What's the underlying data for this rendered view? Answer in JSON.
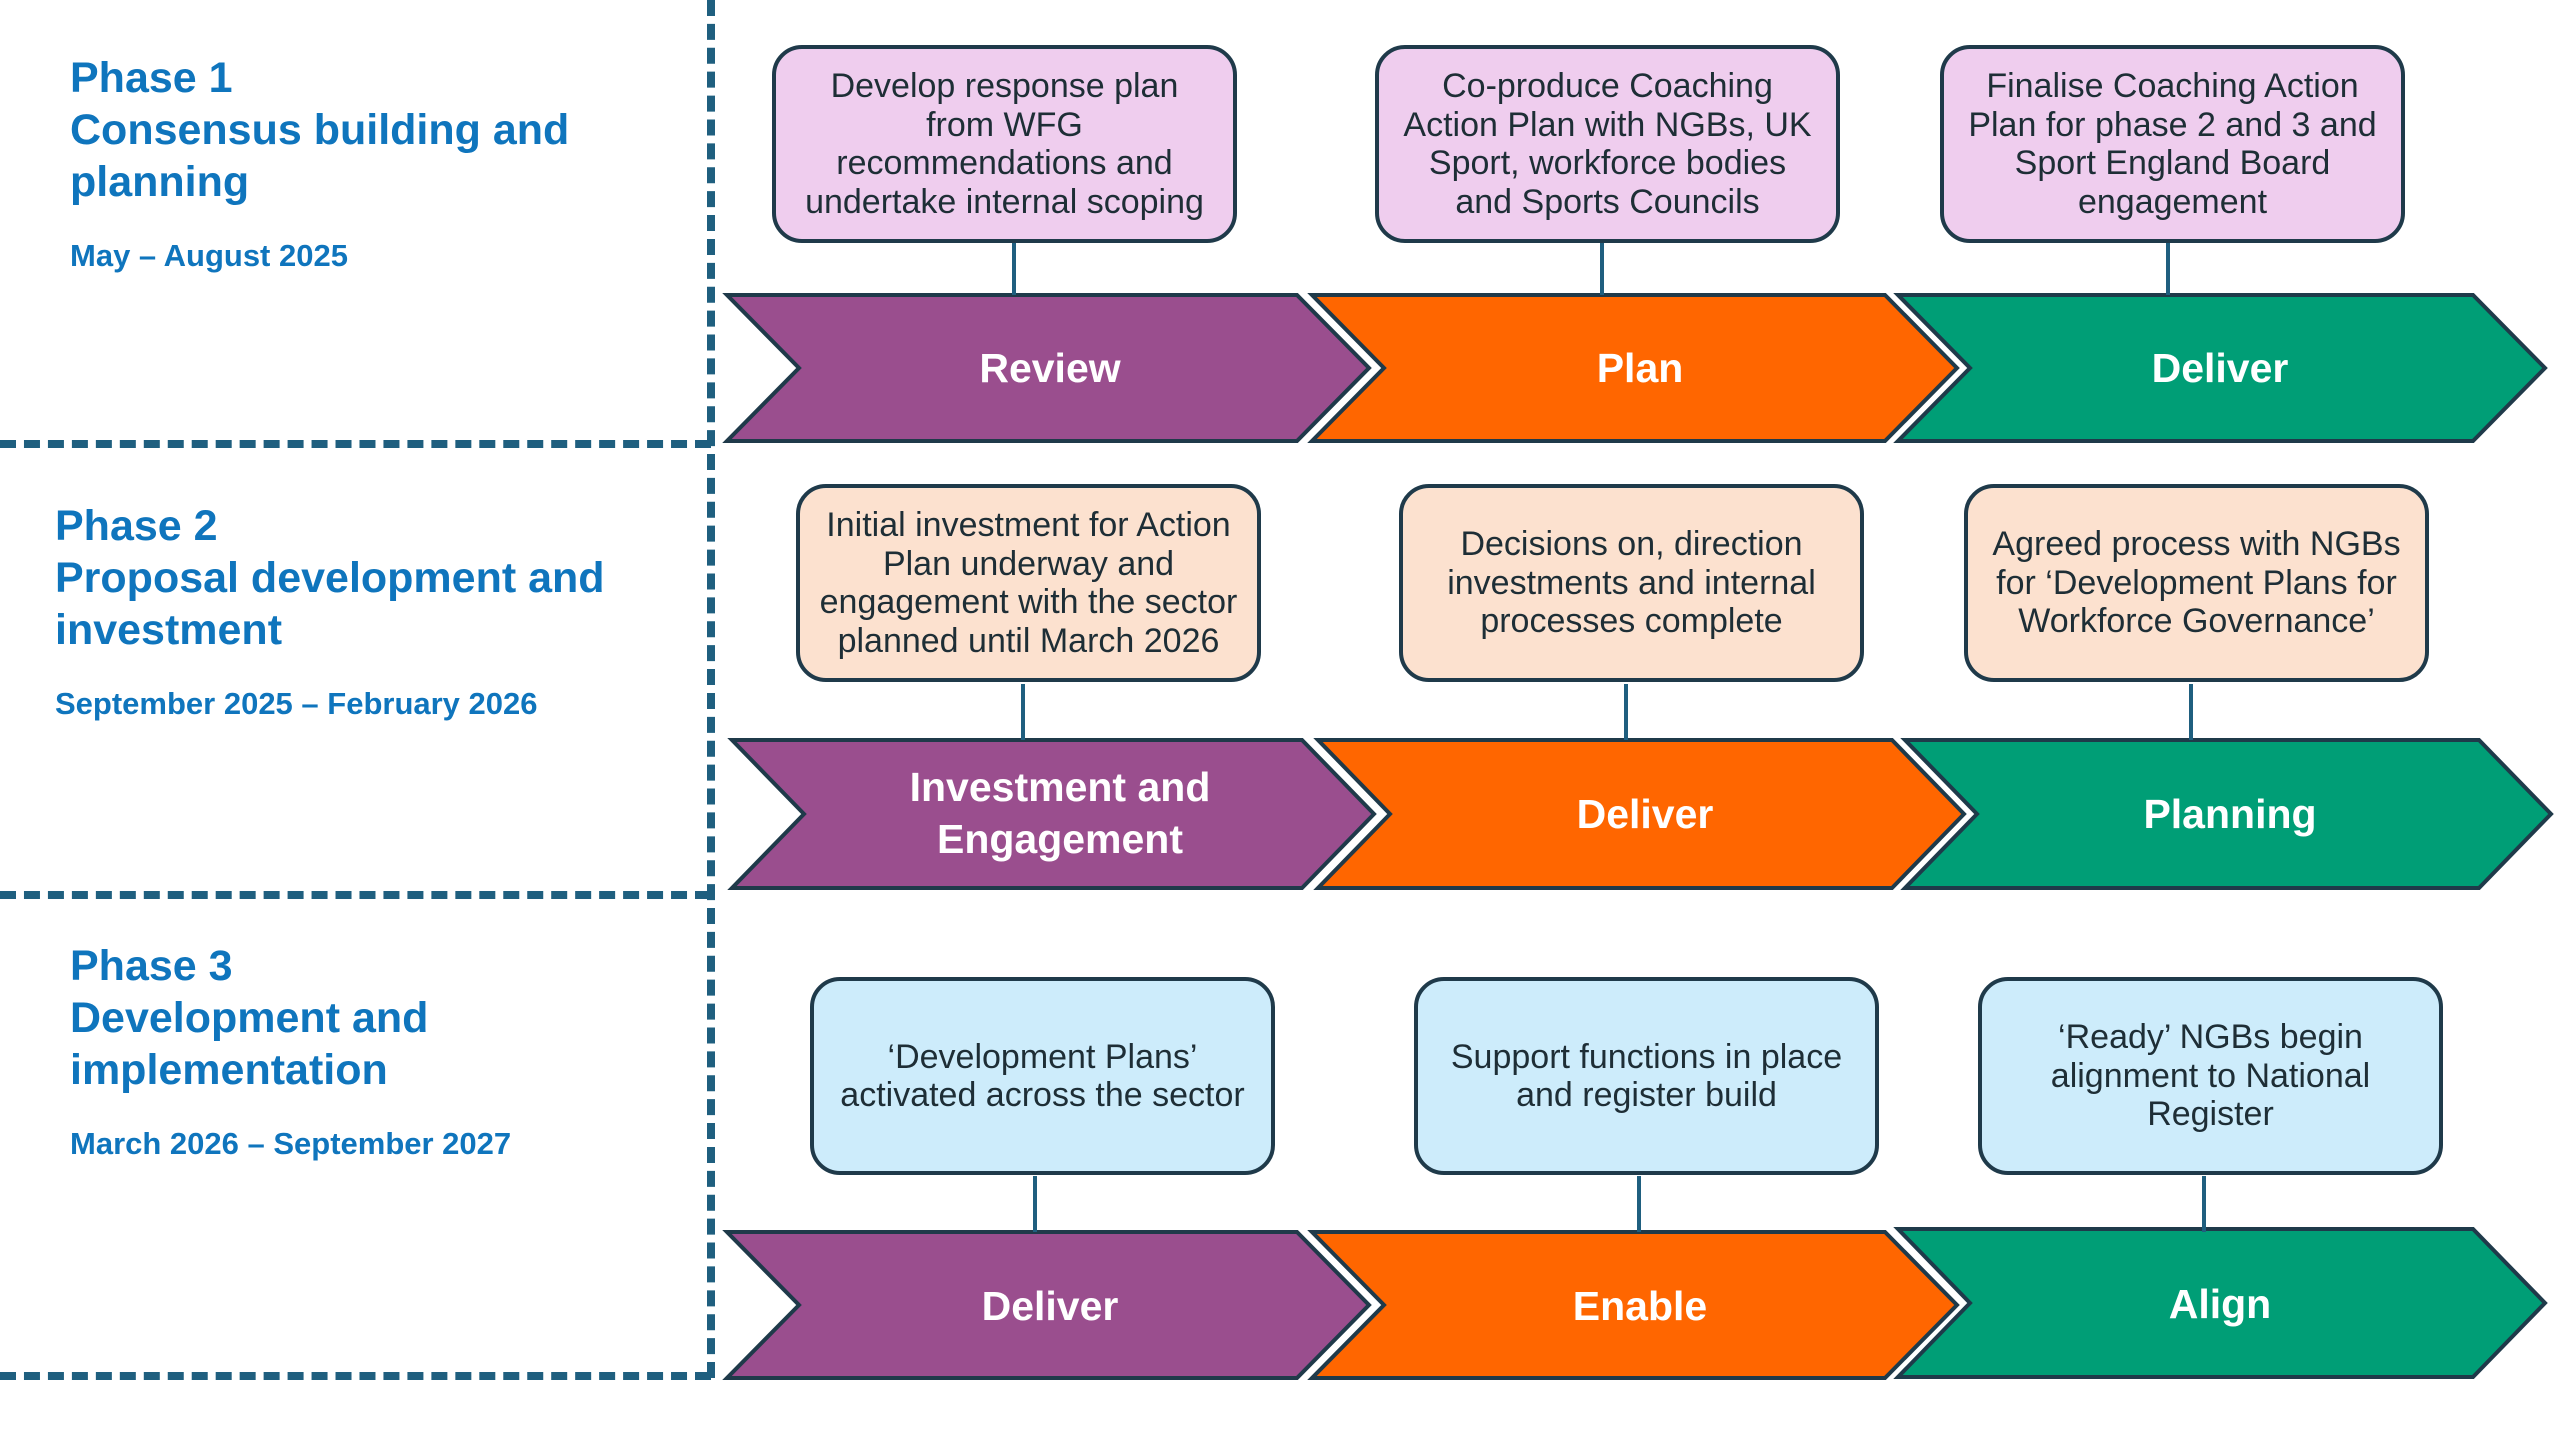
{
  "phases": [
    {
      "name": "Phase 1",
      "subtitle": "Consensus building and planning",
      "dates": "May – August 2025"
    },
    {
      "name": "Phase 2",
      "subtitle": "Proposal development and investment",
      "dates": "September 2025 – February 2026"
    },
    {
      "name": "Phase 3",
      "subtitle": "Development and implementation",
      "dates": "March 2026 – September 2027"
    }
  ],
  "boxes": [
    [
      "Develop response plan from WFG recommendations and undertake internal scoping",
      "Co-produce Coaching Action Plan with NGBs, UK Sport, workforce bodies and Sports Councils",
      "Finalise Coaching Action Plan for phase 2 and 3 and Sport England Board engagement"
    ],
    [
      "Initial investment for Action Plan underway and engagement with the sector planned until March 2026",
      "Decisions on, direction investments and internal processes complete",
      "Agreed process with NGBs for ‘Development Plans for Workforce Governance’"
    ],
    [
      "‘Development Plans’ activated across the sector",
      "Support functions in place and register build",
      "‘Ready’ NGBs begin alignment to National Register"
    ]
  ],
  "arrows": [
    [
      "Review",
      "Plan",
      "Deliver"
    ],
    [
      "Investment and Engagement",
      "Deliver",
      "Planning"
    ],
    [
      "Deliver",
      "Enable",
      "Align"
    ]
  ],
  "colors": {
    "purple": "#9a4e8e",
    "orange": "#ff6600",
    "green": "#009e76",
    "heading_blue": "#0f75bd",
    "dash": "#1f5f7f"
  }
}
